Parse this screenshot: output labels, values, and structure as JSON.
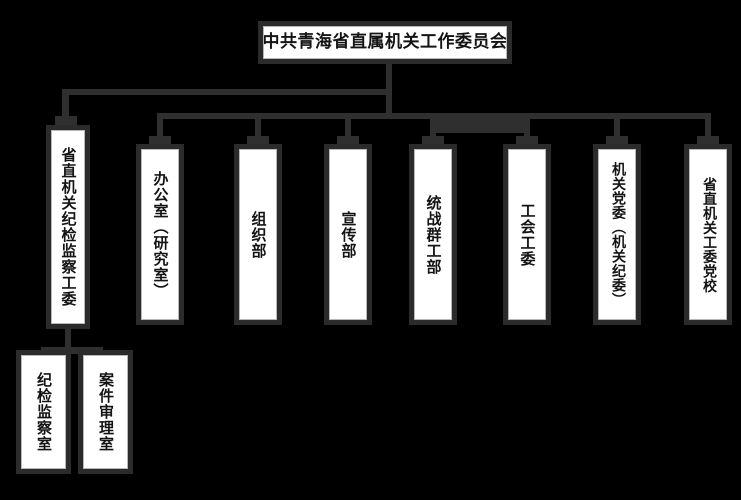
{
  "chart_data": {
    "type": "diagram",
    "subtype": "organization-chart",
    "title": "中共青海省直属机关工作委员会",
    "orientation": "top-down",
    "text_orientation": "vertical-cjk",
    "colors": {
      "background": "#000000",
      "node_frame": "#2b2b2b",
      "node_face": "#ffffff",
      "connector": "#2f2f2f",
      "text": "#141414"
    },
    "nodes": [
      {
        "id": "root",
        "label": "中共青海省直属机关工作委员会",
        "level": 0
      },
      {
        "id": "jjjc",
        "label": "省直机关纪检监察工委",
        "level": 1
      },
      {
        "id": "bgs",
        "label": "办公室（研究室）",
        "level": 1
      },
      {
        "id": "zzb",
        "label": "组织部",
        "level": 1
      },
      {
        "id": "xcb",
        "label": "宣传部",
        "level": 1
      },
      {
        "id": "tzqgb",
        "label": "统战群工部",
        "level": 1
      },
      {
        "id": "ghgw",
        "label": "工会工委",
        "level": 1
      },
      {
        "id": "gjdw",
        "label": "机关党委（机关纪委）",
        "level": 1
      },
      {
        "id": "dx",
        "label": "省直机关工委党校",
        "level": 1
      },
      {
        "id": "jjjcs",
        "label": "纪检监察室",
        "level": 2
      },
      {
        "id": "ajslс",
        "label": "案件审理室",
        "level": 2
      }
    ],
    "edges": [
      {
        "from": "root",
        "to": "jjjc"
      },
      {
        "from": "root",
        "to": "bgs"
      },
      {
        "from": "root",
        "to": "zzb"
      },
      {
        "from": "root",
        "to": "xcb"
      },
      {
        "from": "root",
        "to": "tzqgb"
      },
      {
        "from": "root",
        "to": "ghgw"
      },
      {
        "from": "root",
        "to": "gjdw"
      },
      {
        "from": "root",
        "to": "dx"
      },
      {
        "from": "jjjc",
        "to": "jjjcs"
      },
      {
        "from": "jjjc",
        "to": "ajsls"
      }
    ]
  },
  "root": {
    "label": "中共青海省直属机关工作委员会"
  },
  "branch": {
    "label": "省直机关纪检监察工委"
  },
  "departments": [
    {
      "label": "办公室（研究室）"
    },
    {
      "label": "组织部"
    },
    {
      "label": "宣传部"
    },
    {
      "label": "统战群工部"
    },
    {
      "label": "工会工委"
    },
    {
      "label": "机关党委（机关纪委）"
    },
    {
      "label": "省直机关工委党校"
    }
  ],
  "sub_offices": [
    {
      "label": "纪检监察室"
    },
    {
      "label": "案件审理室"
    }
  ]
}
